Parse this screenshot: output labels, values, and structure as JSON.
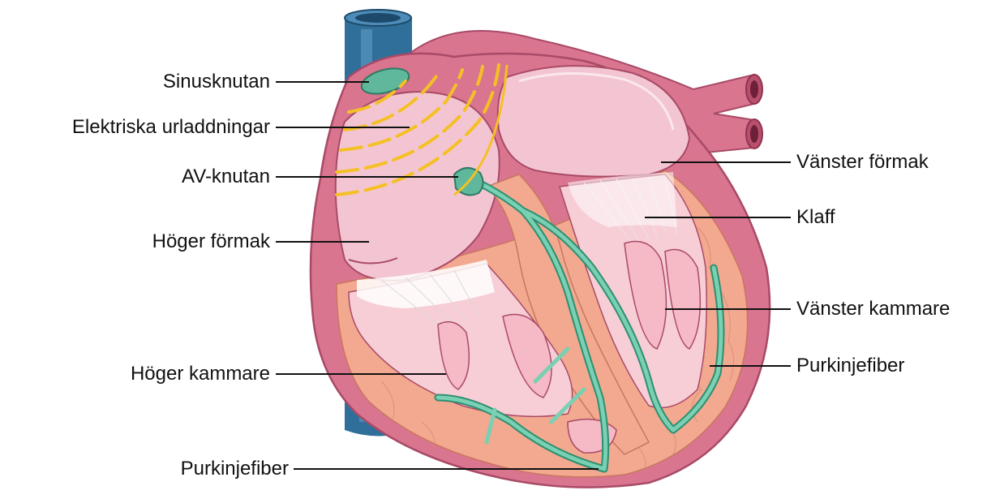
{
  "diagram": {
    "labels": {
      "sinusknutan": "Sinusknutan",
      "elektriska": "Elektriska urladdningar",
      "av_knutan": "AV-knutan",
      "hoger_formak": "Höger förmak",
      "hoger_kammare": "Höger kammare",
      "purkinje_bottom": "Purkinjefiber",
      "vanster_formak": "Vänster förmak",
      "klaff": "Klaff",
      "vanster_kammare": "Vänster kammare",
      "purkinje_right": "Purkinjefiber"
    },
    "colors": {
      "vena_cava": "#2f6f9a",
      "heart_outer": "#d9758f",
      "heart_light": "#f0b7c3",
      "chamber_light": "#f7d8e2",
      "muscle": "#f2a98f",
      "conduction": "#5fb89b",
      "impulse": "#f4c025",
      "leader_line": "#111111"
    }
  }
}
